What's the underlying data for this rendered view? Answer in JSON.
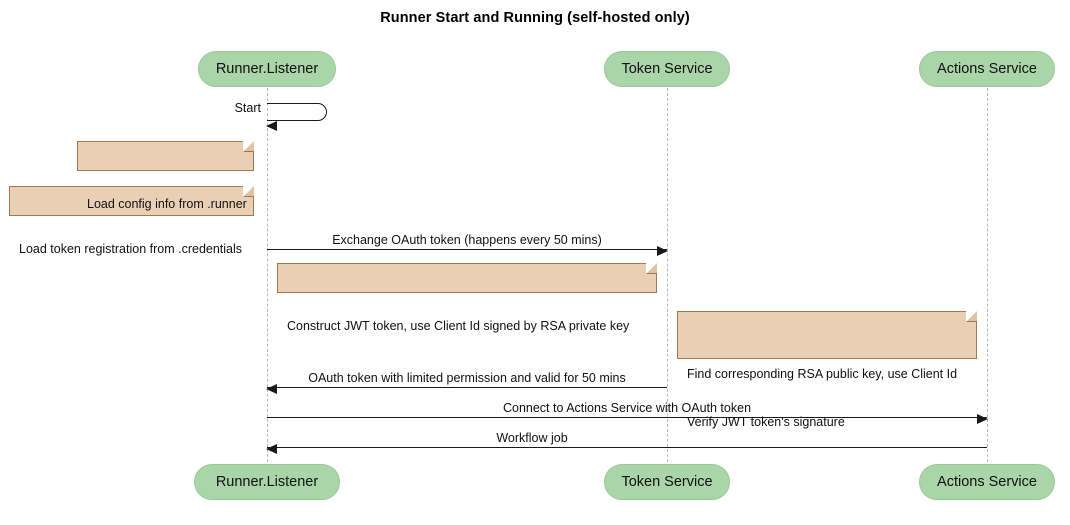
{
  "diagram": {
    "title": "Runner Start and Running (self-hosted only)",
    "type": "sequence-diagram",
    "colors": {
      "participant_fill": "#a9d5a9",
      "participant_border": "#9cc79c",
      "note_fill": "#eacfb4",
      "note_border": "#9a7b55",
      "lifeline": "#b8b8b8",
      "arrow": "#1a1a1a",
      "background": "#ffffff"
    }
  },
  "participants": [
    {
      "id": "runner",
      "label": "Runner.Listener"
    },
    {
      "id": "token",
      "label": "Token Service"
    },
    {
      "id": "actions",
      "label": "Actions Service"
    }
  ],
  "participants_bottom": [
    {
      "id": "runner",
      "label": "Runner.Listener"
    },
    {
      "id": "token",
      "label": "Token Service"
    },
    {
      "id": "actions",
      "label": "Actions Service"
    }
  ],
  "self_messages": [
    {
      "id": "start",
      "label": "Start",
      "from": "runner",
      "to": "runner"
    }
  ],
  "notes": [
    {
      "id": "note-load-config",
      "text": "Load config info from .runner",
      "attached_to": "runner"
    },
    {
      "id": "note-load-token",
      "text": "Load token registration from .credentials",
      "attached_to": "runner"
    },
    {
      "id": "note-construct-jwt",
      "text": "Construct JWT token, use Client Id signed by RSA private key",
      "attached_to": "runner"
    },
    {
      "id": "note-verify-jwt",
      "line1": "Find corresponding RSA public key, use Client Id",
      "line2": "Verify JWT token's signature",
      "attached_to": "token"
    }
  ],
  "messages": [
    {
      "id": "msg-exchange-oauth",
      "label": "Exchange OAuth token (happens every 50 mins)",
      "from": "runner",
      "to": "token",
      "direction": "right"
    },
    {
      "id": "msg-oauth-token",
      "label": "OAuth token with limited permission and valid for 50 mins",
      "from": "token",
      "to": "runner",
      "direction": "left"
    },
    {
      "id": "msg-connect-actions",
      "label": "Connect to Actions Service with OAuth token",
      "from": "runner",
      "to": "actions",
      "direction": "right"
    },
    {
      "id": "msg-workflow-job",
      "label": "Workflow job",
      "from": "actions",
      "to": "runner",
      "direction": "left"
    }
  ]
}
